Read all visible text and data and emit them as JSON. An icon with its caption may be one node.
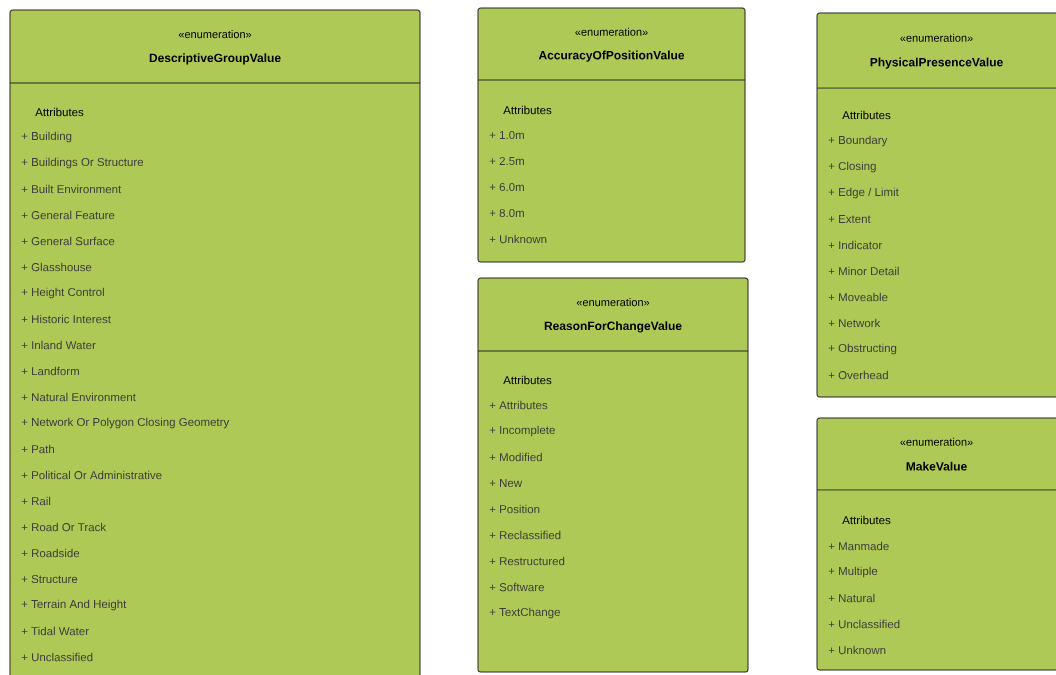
{
  "diagram": {
    "nodes": [
      {
        "text": [
          "«enumeration»",
          "DescriptiveGroupValue",
          "Attributes",
          "+ Building",
          "+ Buildings Or Structure",
          "+ Built Environment",
          "+ General Feature",
          "+ General Surface",
          "+ Glasshouse",
          "+ Height Control",
          "+ Historic Interest",
          "+ Inland Water",
          "+ Landform",
          "+ Natural Environment",
          "+ Network Or Polygon Closing Geometry",
          "+ Path",
          "+ Political Or Administrative",
          "+ Rail",
          "+ Road Or Track",
          "+ Roadside",
          "+ Structure",
          "+ Terrain And Height",
          "+ Tidal Water",
          "+ Unclassified"
        ]
      },
      {
        "text": [
          "«enumeration»",
          "AccuracyOfPositionValue",
          "Attributes",
          "+ 1.0m",
          "+ 2.5m",
          "+ 6.0m",
          "+ 8.0m",
          "+ Unknown"
        ]
      },
      {
        "text": [
          "«enumeration»",
          "ReasonForChangeValue",
          "Attributes",
          "+ Attributes",
          "+ Incomplete",
          "+ Modified",
          "+ New",
          "+ Position",
          "+ Reclassified",
          "+ Restructured",
          "+ Software",
          "+ TextChange"
        ]
      },
      {
        "text": [
          "«enumeration»",
          "PhysicalPresenceValue",
          "Attributes",
          "+ Boundary",
          "+ Closing",
          "+ Edge / Limit",
          "+ Extent",
          "+ Indicator",
          "+ Minor Detail",
          "+ Moveable",
          "+ Network",
          "+ Obstructing",
          "+ Overhead"
        ]
      },
      {
        "text": [
          "«enumeration»",
          "MakeValue",
          "Attributes",
          "+ Manmade",
          "+ Multiple",
          "+ Natural",
          "+ Unclassified",
          "+ Unknown"
        ]
      }
    ]
  }
}
